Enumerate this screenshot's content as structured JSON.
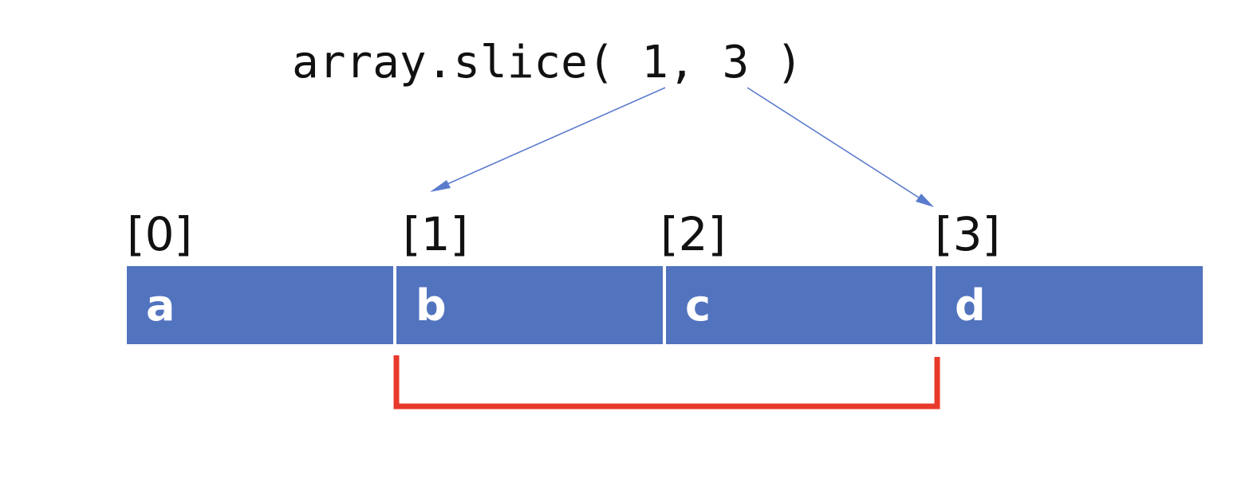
{
  "code": {
    "text": "array.slice( 1, 3 )"
  },
  "indices": [
    "[0]",
    "[1]",
    "[2]",
    "[3]"
  ],
  "cells": [
    "a",
    "b",
    "c",
    "d"
  ],
  "colors": {
    "cell_fill": "#5273be",
    "cell_text": "#ffffff",
    "arrow": "#5b7ccc",
    "bracket": "#e8392b",
    "text": "#111111"
  }
}
